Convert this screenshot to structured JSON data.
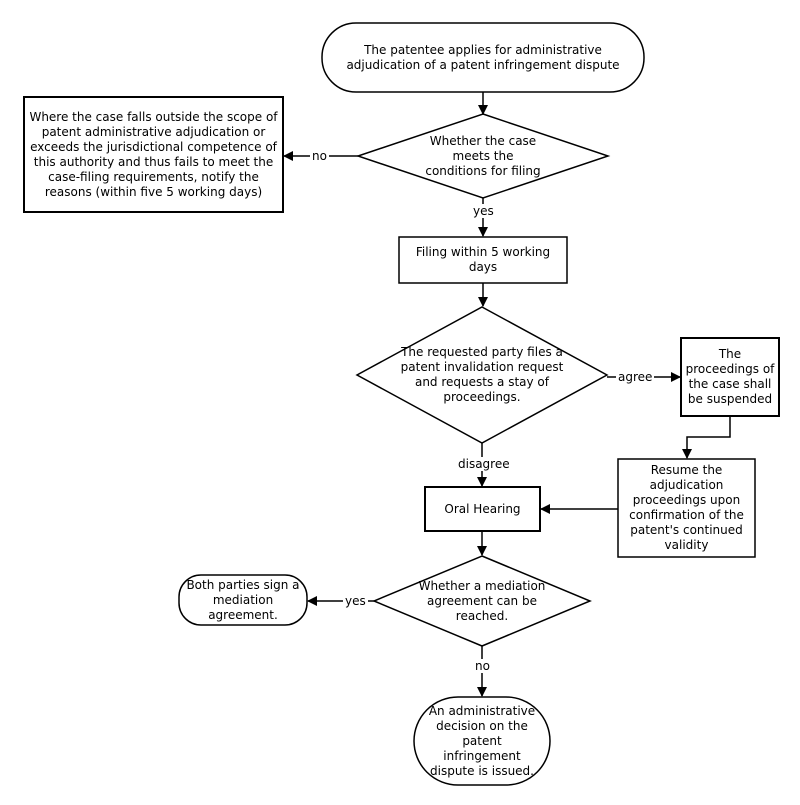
{
  "nodes": {
    "start": "The patentee applies for administrative adjudication of a patent infringement dispute",
    "notify": "Where the case falls outside the scope of patent administrative adjudication or exceeds the jurisdictional competence of this authority and thus fails to meet the case-filing requirements, notify the reasons (within five 5 working days)",
    "condition": "Whether the case meets the conditions for filing",
    "filing": "Filing within 5 working days",
    "invalidation": "The requested party files a patent invalidation request and requests a stay of proceedings.",
    "suspended": "The proceedings of the case shall be suspended",
    "resume": "Resume the adjudication proceedings upon confirmation of the patent's continued validity",
    "hearing": "Oral Hearing",
    "mediation_q": "Whether a mediation agreement can be reached.",
    "mediation_sign": "Both parties sign a mediation agreement.",
    "decision": "An administrative decision on the patent infringement dispute is issued."
  },
  "edge_labels": {
    "no_1": "no",
    "yes_1": "yes",
    "agree": "agree",
    "disagree": "disagree",
    "yes_2": "yes",
    "no_2": "no"
  }
}
